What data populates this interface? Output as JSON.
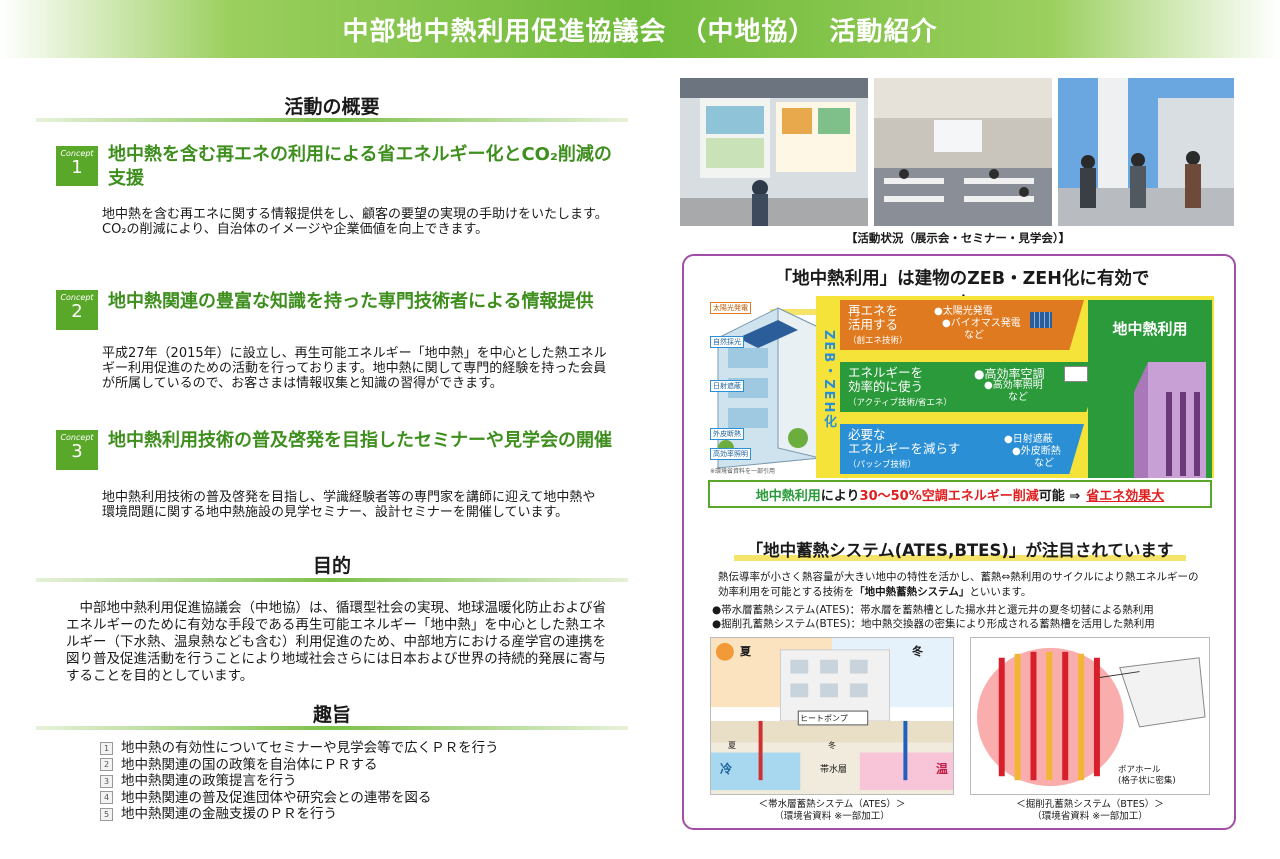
{
  "banner": {
    "title": "中部地中熱利用促進協議会　（中地協）　活動紹介"
  },
  "overview": {
    "heading": "活動の概要",
    "concepts": [
      {
        "badge_word": "Concept",
        "number": "1",
        "title": "地中熱を含む再エネの利用による省エネルギー化とCO₂削減の支援",
        "body": "地中熱を含む再エネに関する情報提供をし、顧客の要望の実現の手助けをいたします。\nCO₂の削減により、自治体のイメージや企業価値を向上できます。"
      },
      {
        "badge_word": "Concept",
        "number": "2",
        "title": "地中熱関連の豊富な知識を持った専門技術者による情報提供",
        "body": "平成27年（2015年）に設立し、再生可能エネルギー「地中熱」を中心とした熱エネルギー利用促進のための活動を行っております。地中熱に関して専門的経験を持った会員が所属しているので、お客さまは情報収集と知識の習得ができます。"
      },
      {
        "badge_word": "Concept",
        "number": "3",
        "title": "地中熱利用技術の普及啓発を目指したセミナーや見学会の開催",
        "body": "地中熱利用技術の普及啓発を目指し、学識経験者等の専門家を講師に迎えて地中熱や環境問題に関する地中熱施設の見学セミナー、設計セミナーを開催しています。"
      }
    ]
  },
  "purpose": {
    "heading": "目的",
    "text": "　中部地中熱利用促進協議会（中地協）は、循環型社会の実現、地球温暖化防止および省エネルギーのために有効な手段である再生可能エネルギー「地中熱」を中心とした熱エネルギー（下水熱、温泉熱なども含む）利用促進のため、中部地方における産学官の連携を図り普及促進活動を行うことにより地域社会さらには日本および世界の持続的発展に寄与することを目的としています。"
  },
  "gist": {
    "heading": "趣旨",
    "items": [
      {
        "num": "1",
        "text": "地中熱の有効性についてセミナーや見学会等で広くＰＲを行う"
      },
      {
        "num": "2",
        "text": "地中熱関連の国の政策を自治体にＰＲする"
      },
      {
        "num": "3",
        "text": "地中熱関連の政策提言を行う"
      },
      {
        "num": "4",
        "text": "地中熱関連の普及促進団体や研究会との連帯を図る"
      },
      {
        "num": "5",
        "text": "地中熱関連の金融支援のＰＲを行う"
      }
    ]
  },
  "photos": {
    "caption": "【活動状況（展示会・セミナー・見学会）】"
  },
  "zeb": {
    "title": "「地中熱利用」は建物のZEB・ZEH化に有効です",
    "house_labels": [
      "太陽光発電",
      "自然採光",
      "日射遮蔽",
      "外皮断熱",
      "高効率照明"
    ],
    "house_note": "※環境省資料を一部引用",
    "vertical_label": "ZEB・ZEH化",
    "bands": [
      {
        "label": "再エネを\n活用する",
        "sub": "（創エネ技術）",
        "examples": [
          "●太陽光発電",
          "●バイオマス発電",
          "など"
        ]
      },
      {
        "label": "エネルギーを\n効率的に使う",
        "sub": "（アクティブ技術/省エネ）",
        "examples": [
          "●高効率空調",
          "●高効率照明",
          "など"
        ]
      },
      {
        "label": "必要な\nエネルギーを減らす",
        "sub": "（パッシブ技術）",
        "examples": [
          "●日射遮蔽",
          "●外皮断熱",
          "など"
        ]
      }
    ],
    "geo_label": "地中熱利用",
    "effect": {
      "part1": "地中熱利用",
      "part2": "により",
      "part3": "30～50%空調エネルギー削減",
      "part4": "可能 ⇒ ",
      "part5": "省エネ効果大"
    },
    "colors": {
      "green": "#2a9a3a",
      "orange": "#e07a20",
      "blue": "#2b8fd6",
      "yellow": "#f5e33a",
      "purple": "#a24ea6"
    }
  },
  "ates": {
    "title": "「地中蓄熱システム(ATES,BTES)」が注目されています",
    "text_1": "熱伝導率が小さく熱容量が大きい地中の特性を活かし、蓄熱⇔熱利用のサイクルにより熱エネルギーの効率利用を可能とする技術を",
    "text_bold": "「地中熱蓄熱システム」",
    "text_2": "といいます。",
    "bullet_1": "●帯水層蓄熱システム(ATES)：帯水層を蓄熱槽とした揚水井と還元井の夏冬切替による熱利用",
    "bullet_2": "●掘削孔蓄熱システム(BTES)：地中熱交換器の密集により形成される蓄熱槽を活用した熱利用",
    "diagram_left": {
      "summer": "夏",
      "winter": "冬",
      "heat_pump": "ヒートポンプ",
      "summer_small": "夏",
      "winter_small": "冬",
      "aquifer": "帯水層",
      "cold": "冷",
      "warm": "温",
      "caption_1": "＜帯水層蓄熱システム（ATES）＞",
      "caption_2": "（環境省資料 ※一部加工）"
    },
    "diagram_right": {
      "borehole_label_1": "ボアホール",
      "borehole_label_2": "(格子状に密集)",
      "caption_1": "＜掘削孔蓄熱システム（BTES）＞",
      "caption_2": "（環境省資料 ※一部加工）"
    }
  }
}
